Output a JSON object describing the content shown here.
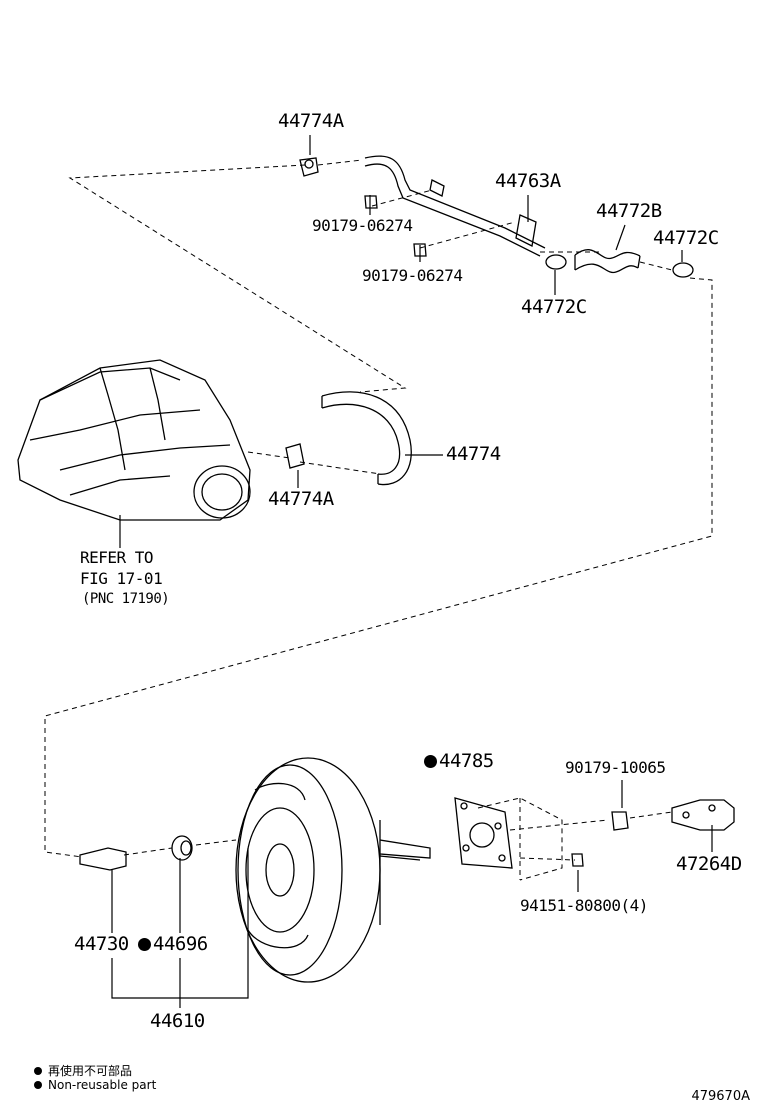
{
  "labels": {
    "clamp_top": "44774A",
    "union": "44763A",
    "bolt_a": "90179-06274",
    "bolt_b": "90179-06274",
    "hose_b": "44772B",
    "clamp_c_right": "44772C",
    "clamp_c_lower": "44772C",
    "hose_main": "44774",
    "clamp_lower": "44774A",
    "gasket": "44785",
    "nut_top": "90179-10065",
    "clevis": "47264D",
    "nut_bottom": "94151-80800(4)",
    "check_valve": "44730",
    "grommet": "44696",
    "booster_assy": "44610"
  },
  "reference": {
    "line1": "REFER TO",
    "line2": "FIG 17-01",
    "line3": "(PNC 17190)"
  },
  "legend": {
    "jp": "再使用不可部品",
    "en": "Non-reusable part"
  },
  "figure_number": "479670A"
}
